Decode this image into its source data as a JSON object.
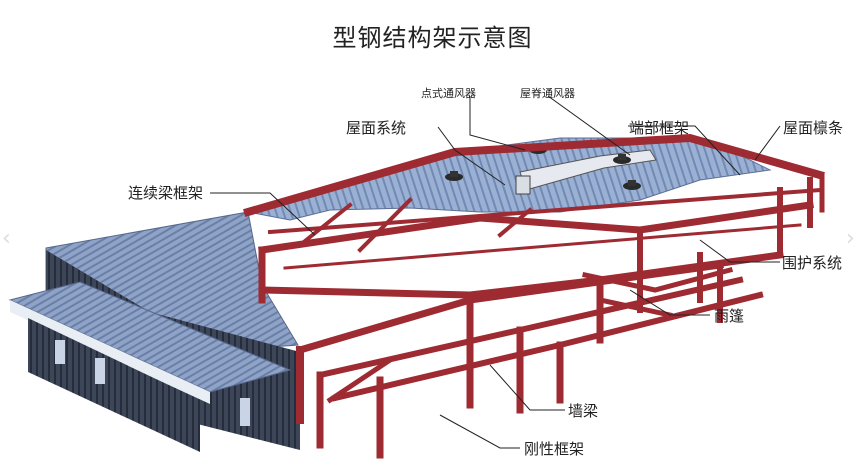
{
  "title": "型钢结构架示意图",
  "labels": {
    "point_vent": "点式通风器",
    "ridge_vent": "屋脊通风器",
    "roof_system": "屋面系统",
    "end_frame": "端部框架",
    "roof_purlin": "屋面檩条",
    "continuous_beam_frame": "连续梁框架",
    "enclosure_system": "围护系统",
    "canopy": "雨篷",
    "wall_beam": "墙梁",
    "rigid_frame": "刚性框架"
  },
  "colors": {
    "steel": "#9e2a32",
    "roof": "#8fa6cb",
    "wall": "#3a4252",
    "leader": "#222222"
  },
  "icons": {
    "prev": "chevron-left-icon",
    "next": "chevron-right-icon"
  }
}
